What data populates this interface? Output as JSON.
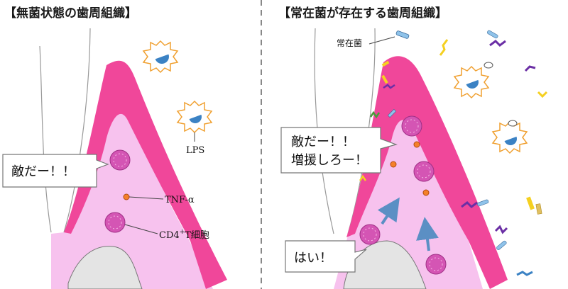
{
  "left_panel": {
    "title": "【無菌状態の歯周組織】",
    "bubble": "敵だー！！",
    "labels": {
      "lps": "LPS",
      "tnf": "TNF-α",
      "cd4_main": "CD4",
      "cd4_sup": "+",
      "cd4_rest": "T細胞"
    }
  },
  "right_panel": {
    "title": "【常在菌が存在する歯周組織】",
    "bacteria_label": "常在菌",
    "bubble_line1": "敵だー！！",
    "bubble_line2": "増援しろー！",
    "reply_bubble": "はい！"
  },
  "colors": {
    "gingiva": "#f0479a",
    "tissue": "#f7c2ee",
    "bone": "#e4e4e4",
    "cell": "#d455b4",
    "cytokine": "#f5802a",
    "arrow": "#5b8fc4",
    "macrophage_border": "#f0a030",
    "nucleus": "#3b82c4"
  }
}
